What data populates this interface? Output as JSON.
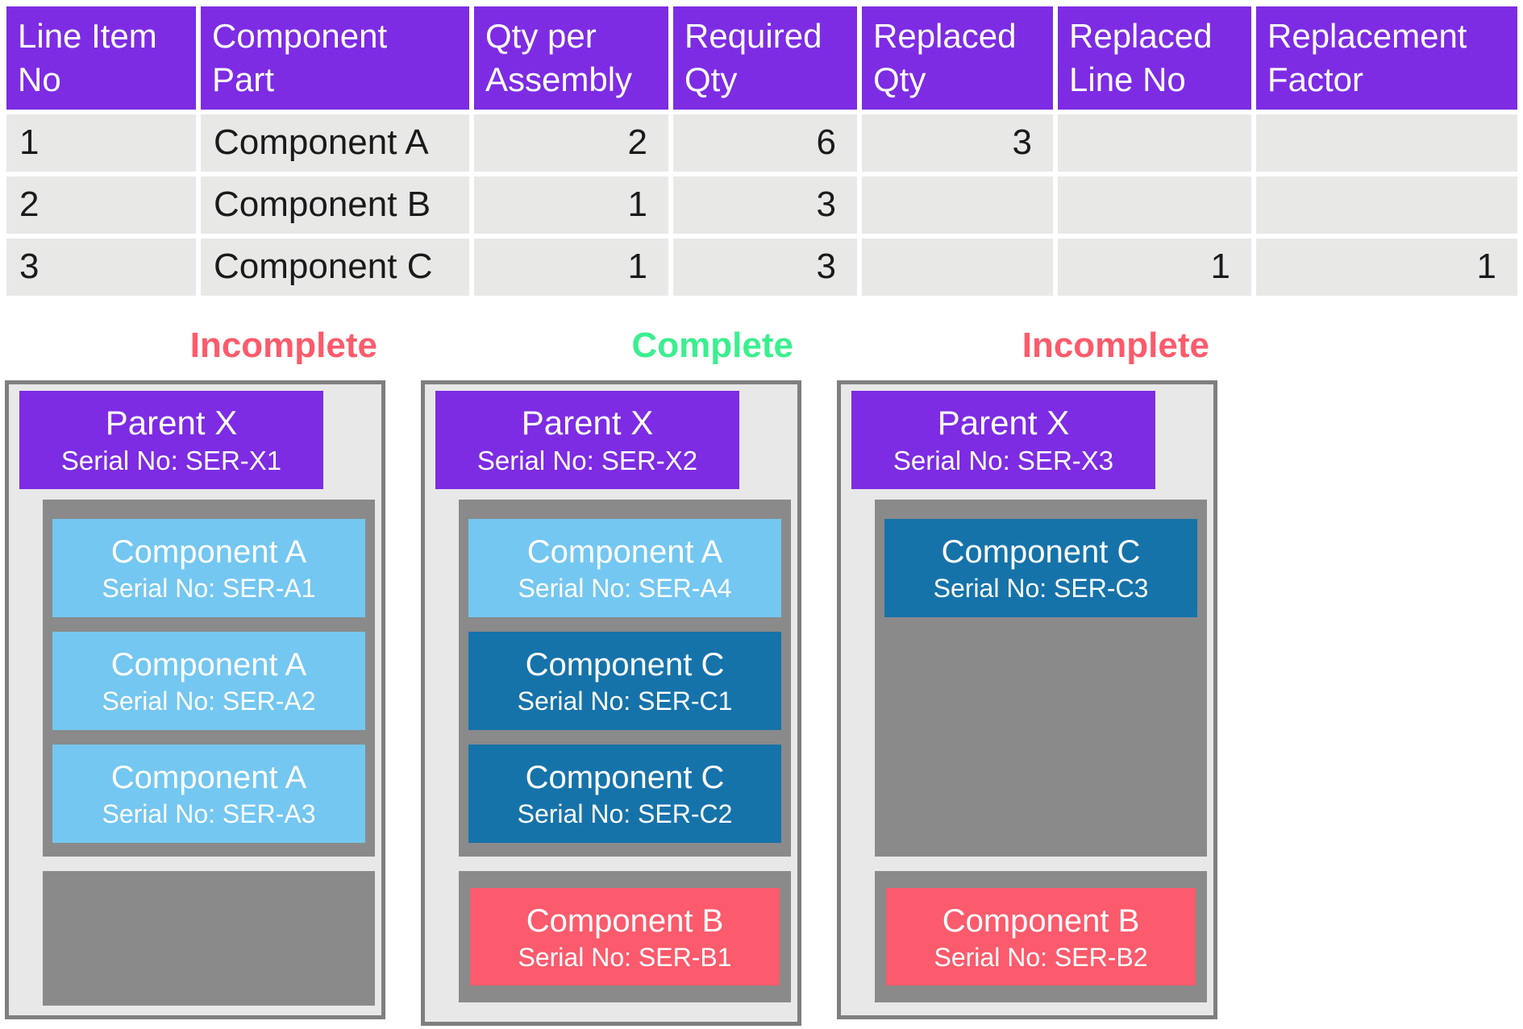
{
  "table": {
    "columns": [
      {
        "label": "Line Item\nNo"
      },
      {
        "label": "Component\nPart"
      },
      {
        "label": "Qty per\nAssembly"
      },
      {
        "label": "Required\nQty"
      },
      {
        "label": "Replaced\nQty"
      },
      {
        "label": "Replaced\nLine No"
      },
      {
        "label": "Replacement\nFactor"
      }
    ],
    "rows": [
      [
        "1",
        "Component A",
        "2",
        "6",
        "3",
        "",
        ""
      ],
      [
        "2",
        "Component B",
        "1",
        "3",
        "",
        "",
        ""
      ],
      [
        "3",
        "Component C",
        "1",
        "3",
        "",
        "1",
        "1"
      ]
    ]
  },
  "colors": {
    "header_purple": "#7D2CE3",
    "light_blue": "#74C7F0",
    "dark_blue": "#1673AA",
    "pink_red": "#FB5B6C",
    "green": "#3BEF8F"
  },
  "cards": [
    {
      "status": "Incomplete",
      "status_color": "#FB5B6C",
      "parent": {
        "name": "Parent X",
        "serial": "Serial No: SER-X1",
        "color": "#7D2CE3"
      },
      "components": [
        {
          "name": "Component A",
          "serial": "Serial No: SER-A1",
          "color": "#74C7F0"
        },
        {
          "name": "Component A",
          "serial": "Serial No: SER-A2",
          "color": "#74C7F0"
        },
        {
          "name": "Component A",
          "serial": "Serial No: SER-A3",
          "color": "#74C7F0"
        }
      ]
    },
    {
      "status": "Complete",
      "status_color": "#3BEF8F",
      "parent": {
        "name": "Parent X",
        "serial": "Serial No: SER-X2",
        "color": "#7D2CE3"
      },
      "components": [
        {
          "name": "Component A",
          "serial": "Serial No: SER-A4",
          "color": "#74C7F0"
        },
        {
          "name": "Component C",
          "serial": "Serial No: SER-C1",
          "color": "#1673AA"
        },
        {
          "name": "Component C",
          "serial": "Serial No: SER-C2",
          "color": "#1673AA"
        }
      ],
      "extra": {
        "name": "Component B",
        "serial": "Serial No: SER-B1",
        "color": "#FB5B6C"
      }
    },
    {
      "status": "Incomplete",
      "status_color": "#FB5B6C",
      "parent": {
        "name": "Parent X",
        "serial": "Serial No: SER-X3",
        "color": "#7D2CE3"
      },
      "components": [
        {
          "name": "Component C",
          "serial": "Serial No: SER-C3",
          "color": "#1673AA"
        }
      ],
      "extra": {
        "name": "Component B",
        "serial": "Serial No: SER-B2",
        "color": "#FB5B6C"
      }
    }
  ]
}
